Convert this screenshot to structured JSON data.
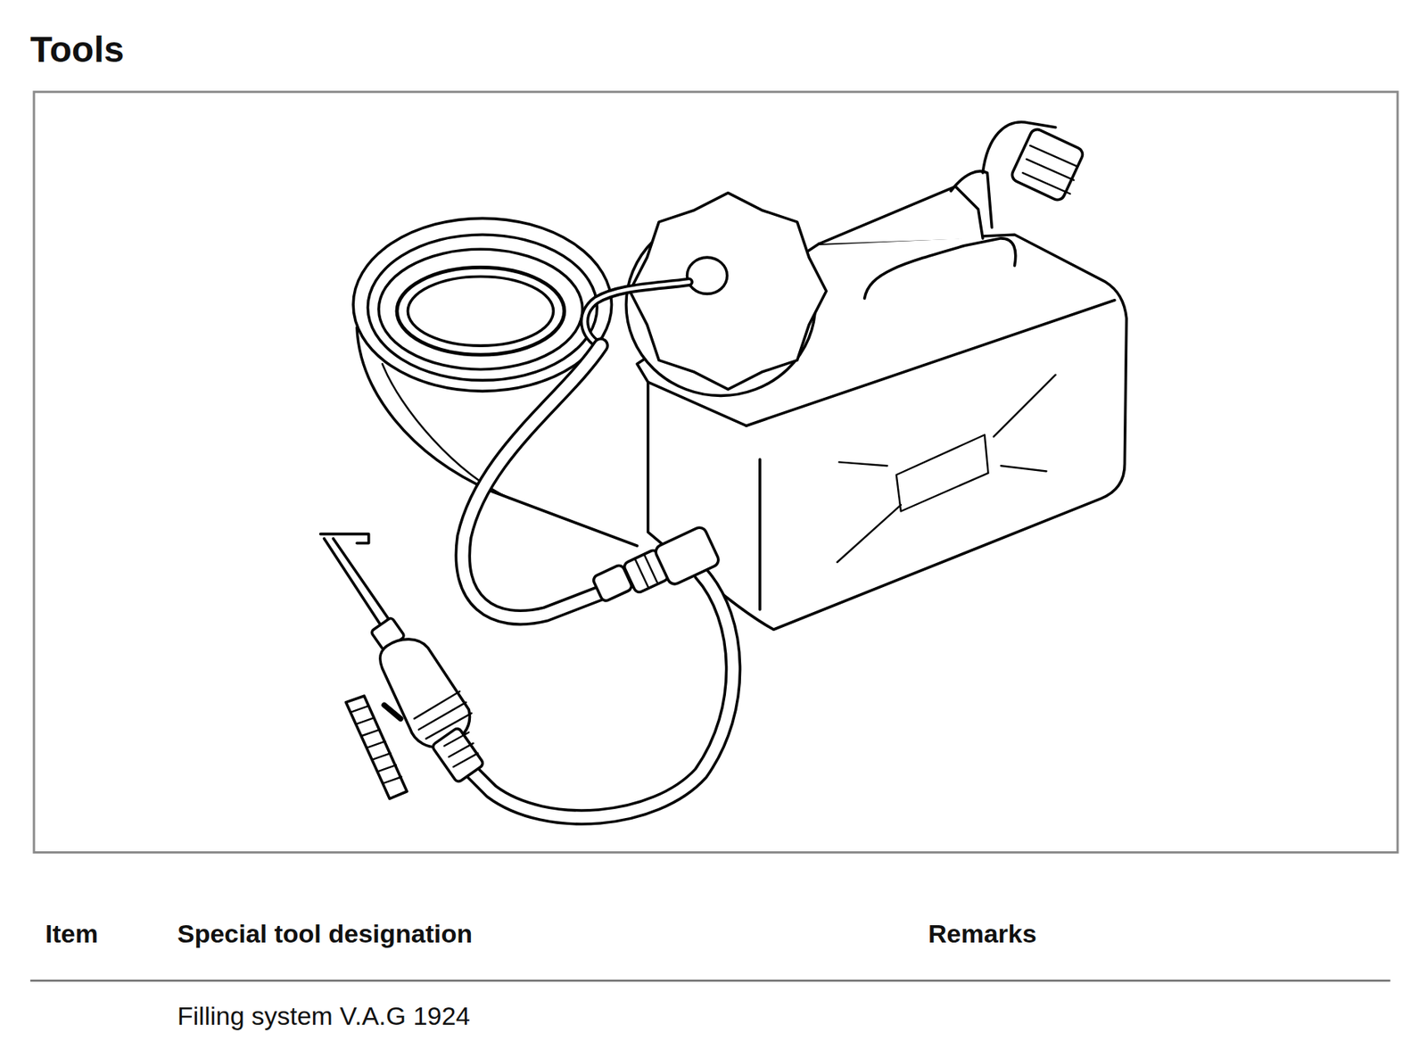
{
  "diagram": {
    "title": "Tools",
    "labels": [
      "Item",
      "Special tool designation",
      "Remarks",
      "Filling system V.A.G 1924"
    ]
  }
}
